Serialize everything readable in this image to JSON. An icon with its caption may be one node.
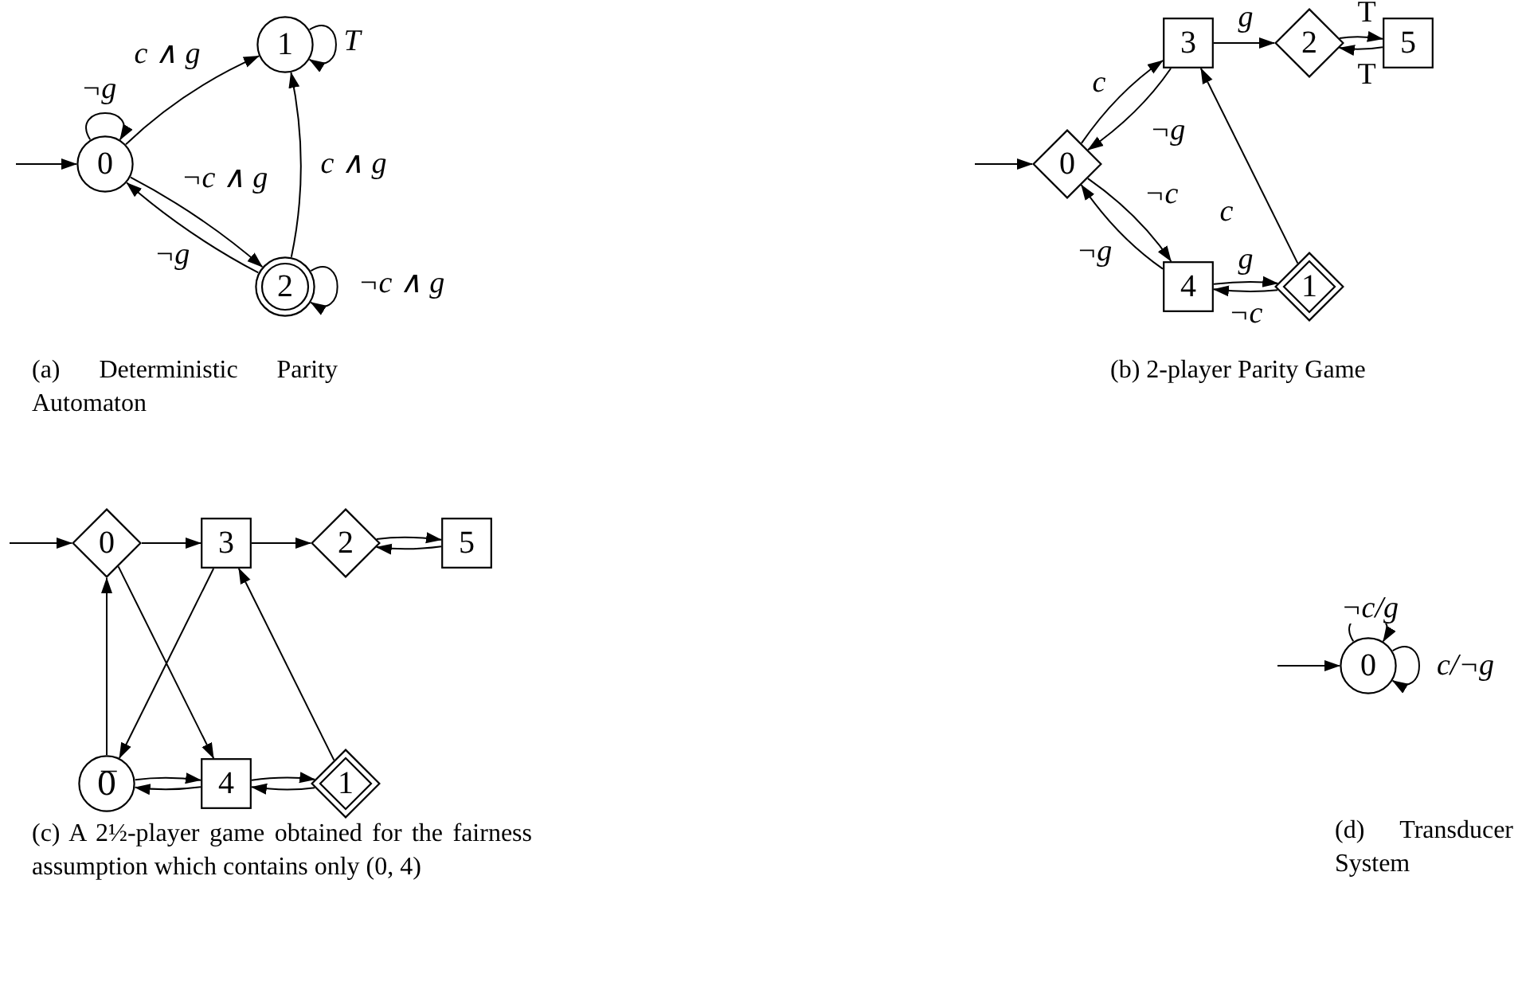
{
  "diagram": {
    "nodes": [
      {
        "text": [
          "0"
        ]
      },
      {
        "text": [
          "1"
        ]
      },
      {
        "text": [
          "2"
        ]
      },
      {
        "text": [
          "0"
        ]
      },
      {
        "text": [
          "3"
        ]
      },
      {
        "text": [
          "2"
        ]
      },
      {
        "text": [
          "5"
        ]
      },
      {
        "text": [
          "4"
        ]
      },
      {
        "text": [
          "1"
        ]
      },
      {
        "text": [
          "0"
        ]
      },
      {
        "text": [
          "3"
        ]
      },
      {
        "text": [
          "2"
        ]
      },
      {
        "text": [
          "5"
        ]
      },
      {
        "text": [
          "0̅"
        ]
      },
      {
        "text": [
          "4"
        ]
      },
      {
        "text": [
          "1"
        ]
      },
      {
        "text": [
          "0"
        ]
      }
    ],
    "edges": [
      {
        "from": null,
        "to": 0,
        "arrow": "to"
      },
      {
        "from": 0,
        "to": 0,
        "arrow": "to",
        "label": "¬g"
      },
      {
        "from": 0,
        "to": 1,
        "arrow": "to",
        "label": "c ∧ g"
      },
      {
        "from": 0,
        "to": 2,
        "arrow": "to",
        "label": "¬c ∧ g"
      },
      {
        "from": 2,
        "to": 0,
        "arrow": "to",
        "label": "¬g"
      },
      {
        "from": 2,
        "to": 1,
        "arrow": "to",
        "label": "c ∧ g"
      },
      {
        "from": 1,
        "to": 1,
        "arrow": "to",
        "label": "T"
      },
      {
        "from": 2,
        "to": 2,
        "arrow": "to",
        "label": "¬c ∧ g"
      },
      {
        "from": null,
        "to": 3,
        "arrow": "to"
      },
      {
        "from": 3,
        "to": 4,
        "arrow": "to",
        "label": "c"
      },
      {
        "from": 4,
        "to": 3,
        "arrow": "to",
        "label": "¬g"
      },
      {
        "from": 3,
        "to": 7,
        "arrow": "to",
        "label": "¬c"
      },
      {
        "from": 7,
        "to": 3,
        "arrow": "to",
        "label": "¬g"
      },
      {
        "from": 4,
        "to": 5,
        "arrow": "to",
        "label": "g"
      },
      {
        "from": 5,
        "to": 6,
        "arrow": "to",
        "label": "T"
      },
      {
        "from": 6,
        "to": 5,
        "arrow": "to",
        "label": "T"
      },
      {
        "from": 7,
        "to": 8,
        "arrow": "to",
        "label": "g"
      },
      {
        "from": 8,
        "to": 7,
        "arrow": "to",
        "label": "¬c"
      },
      {
        "from": 8,
        "to": 4,
        "arrow": "to",
        "label": "c"
      },
      {
        "from": null,
        "to": 9,
        "arrow": "to"
      },
      {
        "from": 9,
        "to": 10,
        "arrow": "to"
      },
      {
        "from": 10,
        "to": 11,
        "arrow": "to"
      },
      {
        "from": 11,
        "to": 12,
        "arrow": "to"
      },
      {
        "from": 12,
        "to": 11,
        "arrow": "to"
      },
      {
        "from": 9,
        "to": 14,
        "arrow": "to"
      },
      {
        "from": 10,
        "to": 13,
        "arrow": "to"
      },
      {
        "from": 13,
        "to": 9,
        "arrow": "to"
      },
      {
        "from": 13,
        "to": 14,
        "arrow": "to"
      },
      {
        "from": 14,
        "to": 13,
        "arrow": "to"
      },
      {
        "from": 14,
        "to": 15,
        "arrow": "to"
      },
      {
        "from": 15,
        "to": 14,
        "arrow": "to"
      },
      {
        "from": 15,
        "to": 10,
        "arrow": "to"
      },
      {
        "from": null,
        "to": 16,
        "arrow": "to"
      },
      {
        "from": 16,
        "to": 16,
        "arrow": "to",
        "label": "¬c/g"
      },
      {
        "from": 16,
        "to": 16,
        "arrow": "to",
        "label": "c/¬g"
      }
    ],
    "labels": [
      "(a) Deterministic Parity Automaton",
      "(b) 2-player Parity Game",
      "(c) A 2½-player game obtained for the fairness assumption which contains only (0, 4)",
      "(d) Transducer System"
    ]
  }
}
